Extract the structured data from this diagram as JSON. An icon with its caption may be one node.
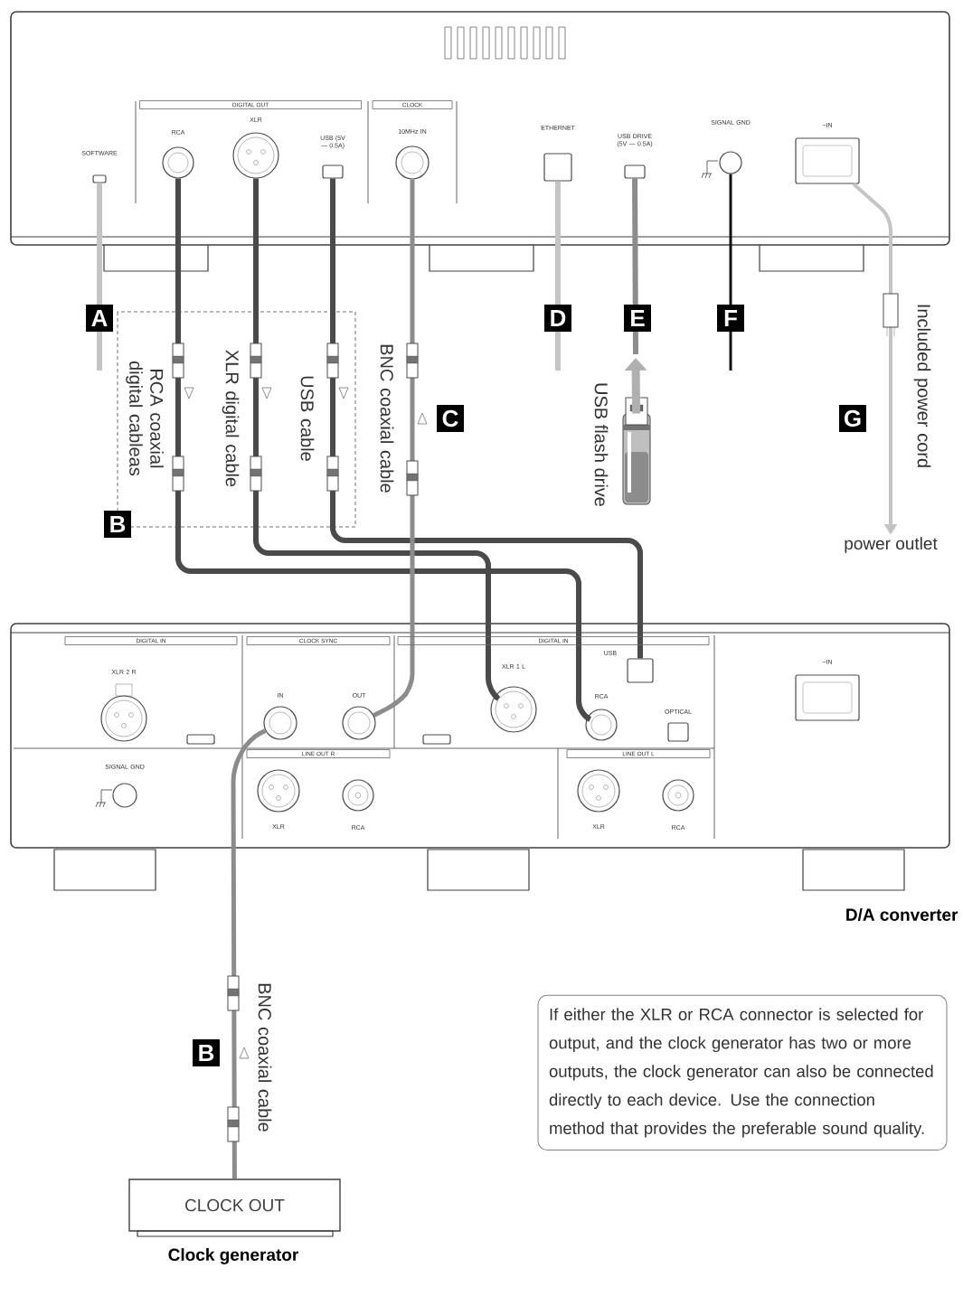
{
  "diagram": {
    "nodes": [
      {
        "text": [],
        "shape": "box"
      },
      {
        "text": [
          "SOFTWARE"
        ],
        "in": 0
      },
      {
        "text": [
          "RCA"
        ],
        "in": 0
      },
      {
        "text": [
          "XLR"
        ],
        "in": 0
      },
      {
        "text": [
          "USB (5V — 0.5A)"
        ],
        "in": 0
      },
      {
        "text": [
          "10MHz IN"
        ],
        "in": 0
      },
      {
        "text": [
          "ETHERNET"
        ],
        "in": 0
      },
      {
        "text": [
          "USB DRIVE (5V — 0.5A)"
        ],
        "in": 0
      },
      {
        "text": [
          "SIGNAL GND"
        ],
        "in": 0
      },
      {
        "text": [
          "~IN"
        ],
        "in": 0
      },
      {
        "text": [
          "D/A converter"
        ]
      },
      {
        "text": [
          "XLR 2 R"
        ],
        "in": 10
      },
      {
        "text": [],
        "shape": "box",
        "in": 10
      },
      {
        "text": [
          "IN"
        ],
        "in": 10
      },
      {
        "text": [
          "OUT"
        ],
        "in": 10
      },
      {
        "text": [],
        "shape": "box",
        "in": 10
      },
      {
        "text": [
          "XLR 1 L"
        ],
        "in": 10
      },
      {
        "text": [
          "RCA"
        ],
        "in": 10
      },
      {
        "text": [
          "USB"
        ],
        "in": 10
      },
      {
        "text": [
          "OPTICAL"
        ],
        "in": 10
      },
      {
        "text": [
          "~IN"
        ],
        "in": 10
      },
      {
        "text": [
          "SIGNAL GND"
        ],
        "in": 10
      },
      {
        "text": [
          "XLR"
        ],
        "in": 10
      },
      {
        "text": [
          "RCA"
        ],
        "in": 10
      },
      {
        "text": [
          "XLR"
        ],
        "in": 10
      },
      {
        "text": [
          "RCA"
        ],
        "in": 10
      },
      {
        "text": [
          "CLOCK OUT",
          "Clock generator"
        ]
      },
      {
        "text": [
          "If either the XLR or RCA connector is selected for output, and the clock generator has two or more outputs, the clock generator can also be connected directly to each device. Use the connection method that provides the preferable sound quality."
        ]
      },
      {
        "text": [
          "power outlet"
        ]
      },
      {
        "text": [],
        "shape": "picture",
        "beside": [
          "USB flash drive"
        ]
      }
    ],
    "edges": [
      {
        "from": 2,
        "to": 17,
        "arrow": "none",
        "label": "RCA coaxial digital cableas"
      },
      {
        "from": 3,
        "to": 16,
        "arrow": "none",
        "label": "XLR digital cable"
      },
      {
        "from": 4,
        "to": 18,
        "arrow": "none",
        "label": "USB cable"
      },
      {
        "from": 14,
        "to": 5,
        "arrow": "none",
        "label": "BNC coaxial cable",
        "color": "#8c8c8c"
      },
      {
        "from": 1,
        "to": null,
        "arrow": "none",
        "color": "#c4c4c4"
      },
      {
        "from": 6,
        "to": null,
        "arrow": "none",
        "color": "#c4c4c4"
      },
      {
        "from": 7,
        "to": null,
        "arrow": "none",
        "color": "#8c8c8c"
      },
      {
        "from": 29,
        "to": null,
        "arrow": "to",
        "color": "#b0b0b0"
      },
      {
        "from": 8,
        "to": null,
        "arrow": "none",
        "color": "#111111"
      },
      {
        "from": 9,
        "to": 28,
        "arrow": "to",
        "label": "Included power cord",
        "color": "#c4c4c4"
      },
      {
        "from": 26,
        "to": 13,
        "arrow": "none",
        "label": "BNC coaxial cable",
        "color": "#8c8c8c"
      }
    ],
    "labels": [
      "DIGITAL OUT",
      "CLOCK",
      "A",
      "B",
      "C",
      "D",
      "E",
      "F",
      "G",
      "DIGITAL IN",
      "CLOCK SYNC",
      "DIGITAL IN",
      "LINE OUT R",
      "LINE OUT L",
      "B"
    ]
  }
}
